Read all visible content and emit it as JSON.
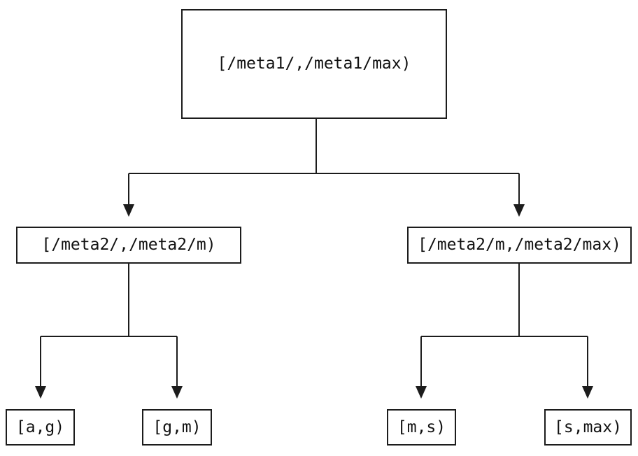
{
  "diagram": {
    "type": "tree",
    "background_color": "#ffffff",
    "line_color": "#1c1c1c",
    "text_color": "#111111",
    "nodes": {
      "root": {
        "label": "[/meta1/,/meta1/max)"
      },
      "left": {
        "label": "[/meta2/,/meta2/m)"
      },
      "right": {
        "label": "[/meta2/m,/meta2/max)"
      },
      "leaf_ag": {
        "label": "[a,g)"
      },
      "leaf_gm": {
        "label": "[g,m)"
      },
      "leaf_ms": {
        "label": "[m,s)"
      },
      "leaf_smax": {
        "label": "[s,max)"
      }
    },
    "edges": [
      {
        "from": "root",
        "to": "left"
      },
      {
        "from": "root",
        "to": "right"
      },
      {
        "from": "left",
        "to": "leaf_ag"
      },
      {
        "from": "left",
        "to": "leaf_gm"
      },
      {
        "from": "right",
        "to": "leaf_ms"
      },
      {
        "from": "right",
        "to": "leaf_smax"
      }
    ]
  }
}
